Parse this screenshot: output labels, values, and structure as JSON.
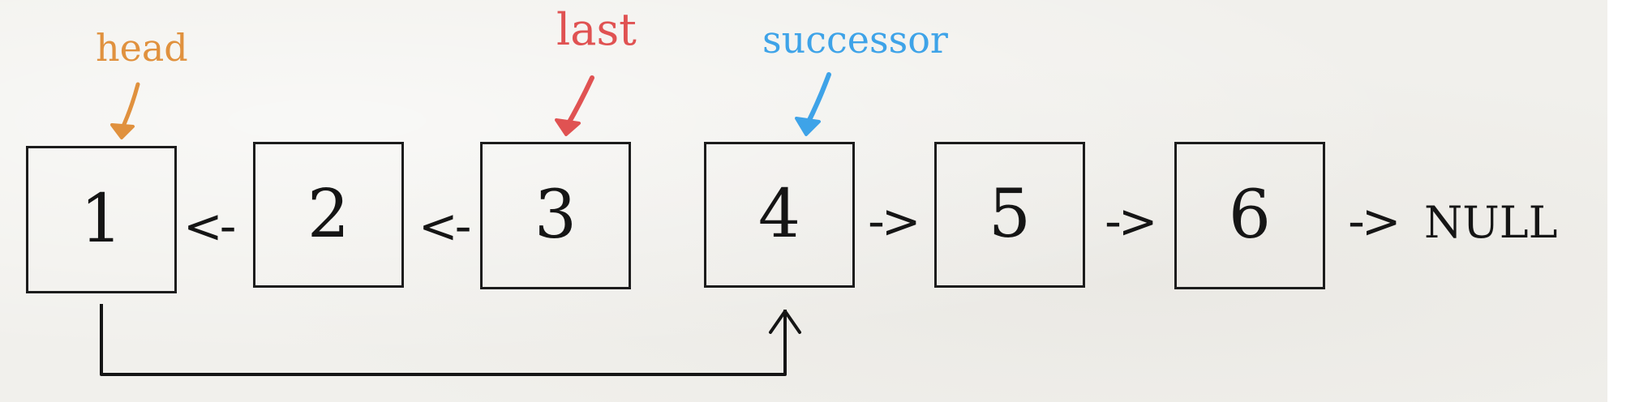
{
  "pointers": {
    "head": {
      "label": "head",
      "color": "#e0913e"
    },
    "last": {
      "label": "last",
      "color": "#e05252"
    },
    "successor": {
      "label": "successor",
      "color": "#3ea3e8"
    }
  },
  "nodes": [
    {
      "value": "1"
    },
    {
      "value": "2"
    },
    {
      "value": "3"
    },
    {
      "value": "4"
    },
    {
      "value": "5"
    },
    {
      "value": "6"
    }
  ],
  "separators": [
    "<-",
    "<-",
    "->",
    "->",
    "->"
  ],
  "null_label": "NULL",
  "connector": {
    "from_node": "1",
    "to_node": "4"
  }
}
